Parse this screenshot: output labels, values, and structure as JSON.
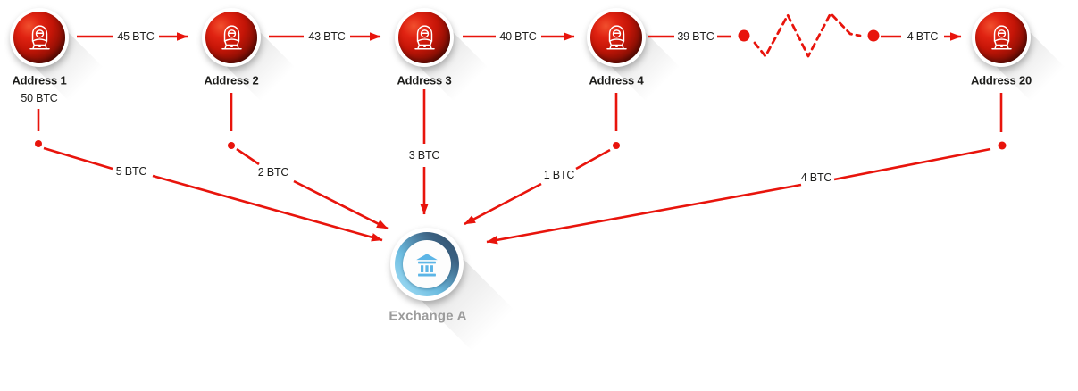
{
  "diagram": {
    "type": "bitcoin-peeling-chain",
    "addresses": [
      {
        "label": "Address 1",
        "balance": "50 BTC"
      },
      {
        "label": "Address 2"
      },
      {
        "label": "Address 3"
      },
      {
        "label": "Address 4"
      },
      {
        "label": "Address 20"
      }
    ],
    "chain_transfers": [
      "45 BTC",
      "43 BTC",
      "40 BTC",
      "39 BTC",
      "4 BTC"
    ],
    "deposits": [
      "5 BTC",
      "2 BTC",
      "3 BTC",
      "1 BTC",
      "4 BTC"
    ],
    "exchange": {
      "label": "Exchange A"
    },
    "icons": {
      "address_icon": "hacker-icon",
      "exchange_icon": "bank-icon"
    },
    "colors": {
      "flow_red": "#e8140c",
      "address_node_red": "#c41507",
      "exchange_ring_blue": "#3c6283",
      "bank_icon_blue": "#5cb5e6",
      "label_text": "#1d1d1b",
      "exchange_label_gray": "#9c9c9c"
    }
  }
}
